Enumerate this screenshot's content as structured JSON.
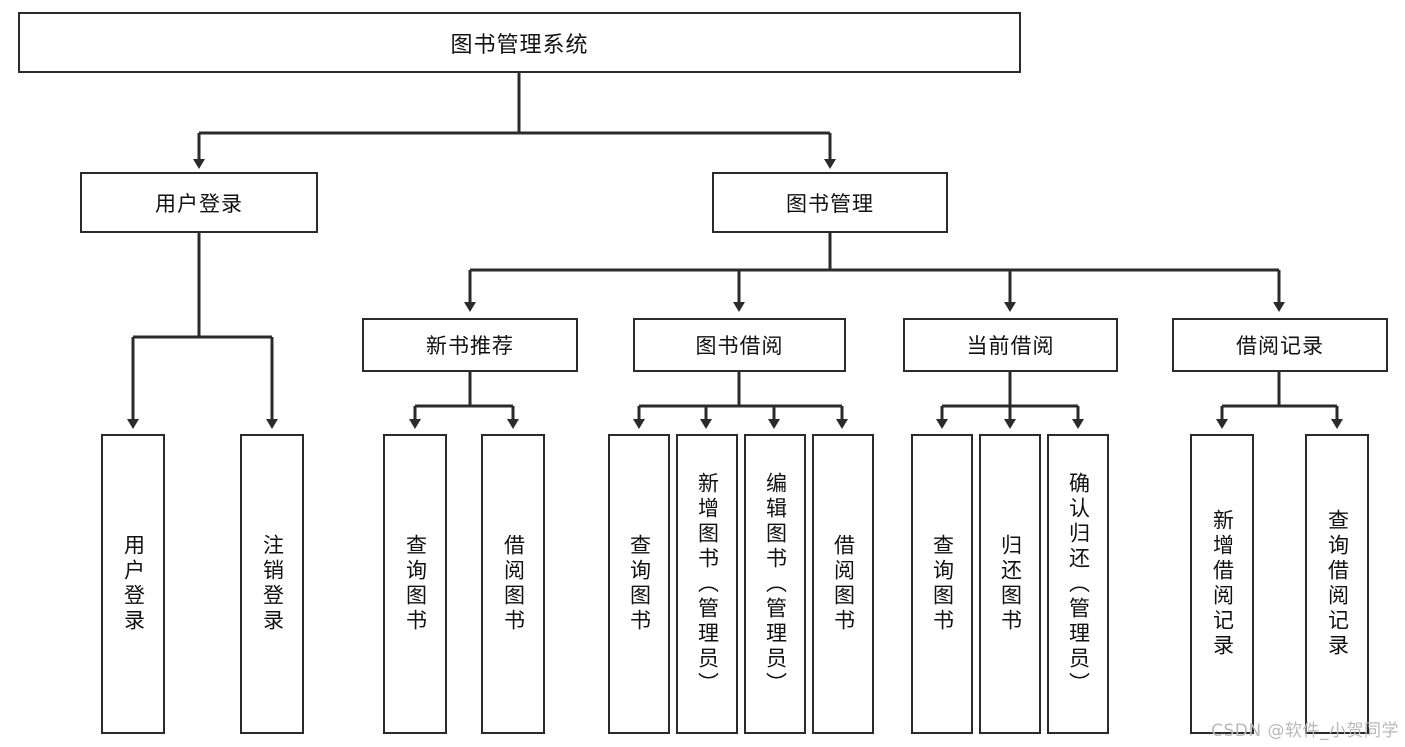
{
  "diagram": {
    "title": "图书管理系统",
    "type": "tree",
    "root": {
      "label": "图书管理系统"
    },
    "level1": [
      {
        "label": "用户登录"
      },
      {
        "label": "图书管理"
      }
    ],
    "level2": [
      {
        "label": "新书推荐",
        "parent": "图书管理"
      },
      {
        "label": "图书借阅",
        "parent": "图书管理"
      },
      {
        "label": "当前借阅",
        "parent": "图书管理"
      },
      {
        "label": "借阅记录",
        "parent": "图书管理"
      }
    ],
    "leaves": {
      "user_login": [
        {
          "label": "用户登录"
        },
        {
          "label": "注销登录"
        }
      ],
      "new_book": [
        {
          "label": "查询图书"
        },
        {
          "label": "借阅图书"
        }
      ],
      "borrow": [
        {
          "label": "查询图书"
        },
        {
          "label": "新增图书（管理员）"
        },
        {
          "label": "编辑图书（管理员）"
        },
        {
          "label": "借阅图书"
        }
      ],
      "current": [
        {
          "label": "查询图书"
        },
        {
          "label": "归还图书"
        },
        {
          "label": "确认归还（管理员）"
        }
      ],
      "records": [
        {
          "label": "新增借阅记录"
        },
        {
          "label": "查询借阅记录"
        }
      ]
    },
    "colors": {
      "stroke": "#2b2b2b",
      "fill": "#ffffff",
      "text": "#111111",
      "watermark": "#b9b9b9"
    }
  },
  "watermark": {
    "text": "CSDN @软件_小贺同学"
  }
}
